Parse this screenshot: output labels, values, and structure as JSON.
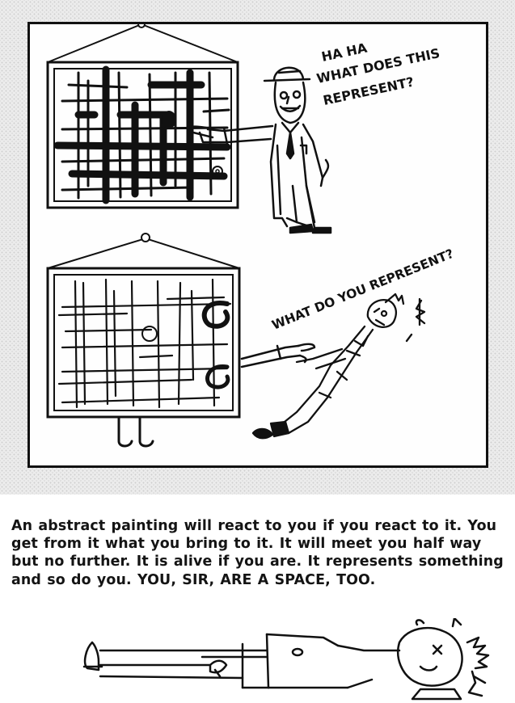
{
  "comic": {
    "speech_top_line1": "HA HA",
    "speech_top_line2": "WHAT DOES THIS",
    "speech_top_line3": "REPRESENT?",
    "speech_bottom": "WHAT DO YOU REPRESENT?"
  },
  "caption": {
    "text": "An abstract painting will react to you if you react to it. You get from it what you bring to it. It will meet you half way but no further. It is alive if you are. It represents something and so do you. YOU, SIR, ARE A SPACE, TOO."
  }
}
